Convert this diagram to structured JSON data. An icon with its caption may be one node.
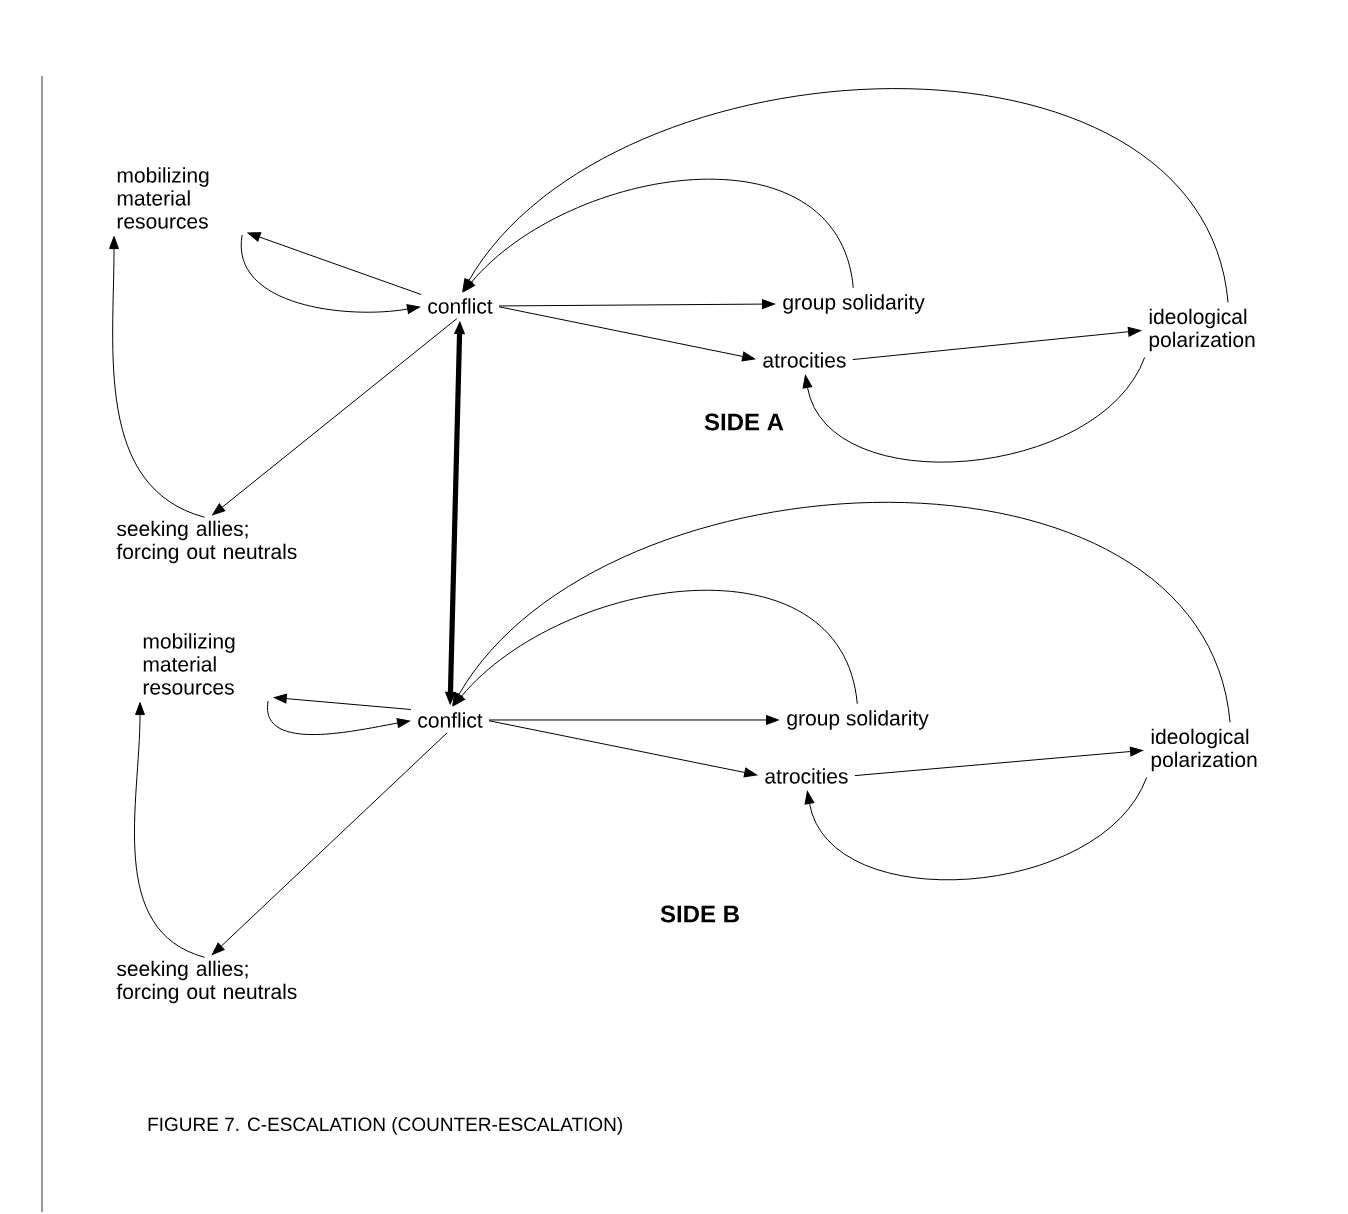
{
  "diagram": {
    "caption": "FIGURE 7.  C-ESCALATION   (COUNTER-ESCALATION)",
    "nodes": [
      {
        "text": [
          "mobilizing material resources"
        ]
      },
      {
        "text": [
          "conflict"
        ]
      },
      {
        "text": [
          "group solidarity"
        ]
      },
      {
        "text": [
          "atrocities"
        ]
      },
      {
        "text": [
          "ideological polarization"
        ]
      },
      {
        "text": [
          "seeking allies; forcing out neutrals"
        ]
      },
      {
        "text": [
          "mobilizing material resources"
        ]
      },
      {
        "text": [
          "conflict"
        ]
      },
      {
        "text": [
          "group solidarity"
        ]
      },
      {
        "text": [
          "atrocities"
        ]
      },
      {
        "text": [
          "ideological polarization"
        ]
      },
      {
        "text": [
          "seeking allies; forcing out neutrals"
        ]
      }
    ],
    "edges": [
      {
        "from": 1,
        "to": 0,
        "arrow": "to"
      },
      {
        "from": 0,
        "to": 1,
        "arrow": "to"
      },
      {
        "from": 1,
        "to": 2,
        "arrow": "to"
      },
      {
        "from": 1,
        "to": 3,
        "arrow": "to"
      },
      {
        "from": 3,
        "to": 4,
        "arrow": "to"
      },
      {
        "from": 4,
        "to": 3,
        "arrow": "to"
      },
      {
        "from": 2,
        "to": 1,
        "arrow": "to"
      },
      {
        "from": 4,
        "to": 1,
        "arrow": "to"
      },
      {
        "from": 1,
        "to": 5,
        "arrow": "to"
      },
      {
        "from": 5,
        "to": 0,
        "arrow": "to"
      },
      {
        "from": 1,
        "to": 7,
        "arrow": "both",
        "style": "thick"
      },
      {
        "from": 7,
        "to": 6,
        "arrow": "to"
      },
      {
        "from": 6,
        "to": 7,
        "arrow": "to"
      },
      {
        "from": 7,
        "to": 8,
        "arrow": "to"
      },
      {
        "from": 7,
        "to": 9,
        "arrow": "to"
      },
      {
        "from": 9,
        "to": 10,
        "arrow": "to"
      },
      {
        "from": 10,
        "to": 9,
        "arrow": "to"
      },
      {
        "from": 8,
        "to": 7,
        "arrow": "to"
      },
      {
        "from": 10,
        "to": 7,
        "arrow": "to"
      },
      {
        "from": 7,
        "to": 11,
        "arrow": "to"
      },
      {
        "from": 11,
        "to": 6,
        "arrow": "to"
      }
    ],
    "labels": [
      "SIDE A",
      "SIDE B"
    ]
  }
}
